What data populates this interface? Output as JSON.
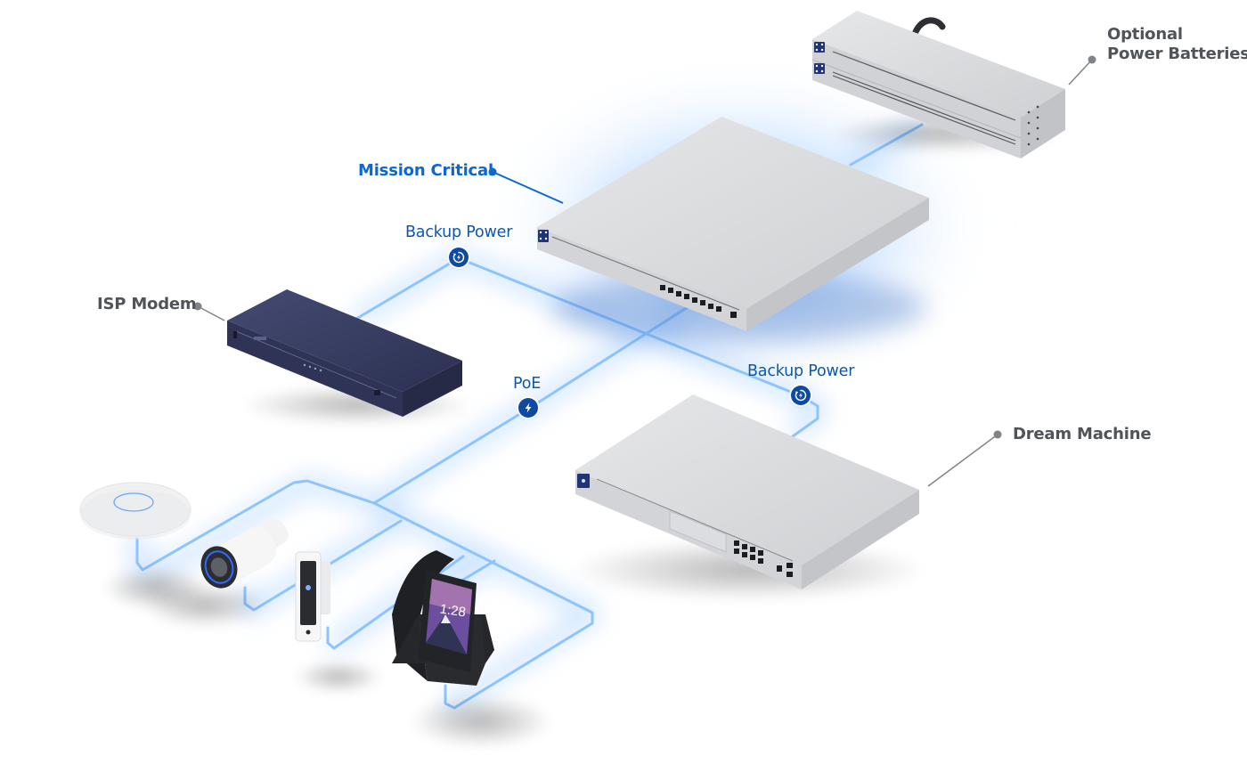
{
  "diagram": {
    "title": "Network power topology",
    "accent_color": "#0b67d6",
    "connection_color": "#5aa8ff",
    "badge_color": "#0e4aa0",
    "labels": {
      "optional_batteries_line1": "Optional",
      "optional_batteries_line2": "Power Batteries",
      "mission_critical": "Mission Critical",
      "backup_power_1": "Backup Power",
      "backup_power_2": "Backup Power",
      "poe": "PoE",
      "isp_modem": "ISP Modem",
      "dream_machine": "Dream Machine"
    },
    "badges": [
      {
        "id": "backup-power-1",
        "icon": "power-cycle-icon"
      },
      {
        "id": "poe",
        "icon": "lightning-bolt-icon"
      },
      {
        "id": "backup-power-2",
        "icon": "power-cycle-icon"
      }
    ],
    "devices": [
      {
        "name": "Optional Power Batteries",
        "color": "#d9dadc",
        "units": 2
      },
      {
        "name": "Mission Critical",
        "color": "#d6d7d9",
        "ports": 8
      },
      {
        "name": "ISP Modem",
        "color": "#3a3f63",
        "leds": 4
      },
      {
        "name": "Dream Machine",
        "color": "#d6d7d9",
        "ports": 8,
        "sfp_ports": 2
      },
      {
        "name": "Access Point",
        "color": "#f4f4f5"
      },
      {
        "name": "Camera",
        "color": "#f4f4f5"
      },
      {
        "name": "Door Access Reader",
        "color": "#f4f4f5"
      },
      {
        "name": "Touch Phone",
        "color": "#1e1f22",
        "screen_time": "1:28"
      }
    ]
  }
}
